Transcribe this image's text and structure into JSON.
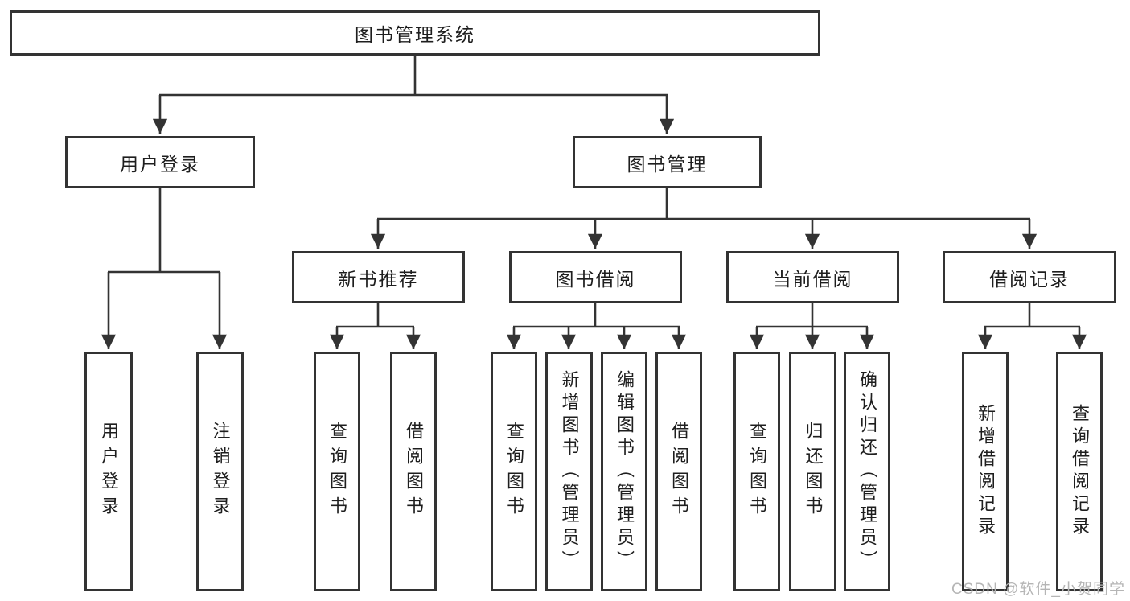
{
  "tree": {
    "root": "图书管理系统",
    "level2": [
      {
        "label": "用户登录",
        "children": [
          {
            "label": "用户登录"
          },
          {
            "label": "注销登录"
          }
        ]
      },
      {
        "label": "图书管理",
        "sections": [
          {
            "label": "新书推荐",
            "children": [
              {
                "label": "查询图书"
              },
              {
                "label": "借阅图书"
              }
            ]
          },
          {
            "label": "图书借阅",
            "children": [
              {
                "label": "查询图书"
              },
              {
                "label": "新增图书（管理员）"
              },
              {
                "label": "编辑图书（管理员）"
              },
              {
                "label": "借阅图书"
              }
            ]
          },
          {
            "label": "当前借阅",
            "children": [
              {
                "label": "查询图书"
              },
              {
                "label": "归还图书"
              },
              {
                "label": "确认归还（管理员）"
              }
            ]
          },
          {
            "label": "借阅记录",
            "children": [
              {
                "label": "新增借阅记录"
              },
              {
                "label": "查询借阅记录"
              }
            ]
          }
        ]
      }
    ]
  },
  "watermark": {
    "text": "CSDN @软件_小贺同学"
  },
  "colors": {
    "line": "#333333",
    "box_border": "#333333",
    "text": "#1e1e1e",
    "watermark": "#b5b5b5",
    "background": "#ffffff"
  }
}
